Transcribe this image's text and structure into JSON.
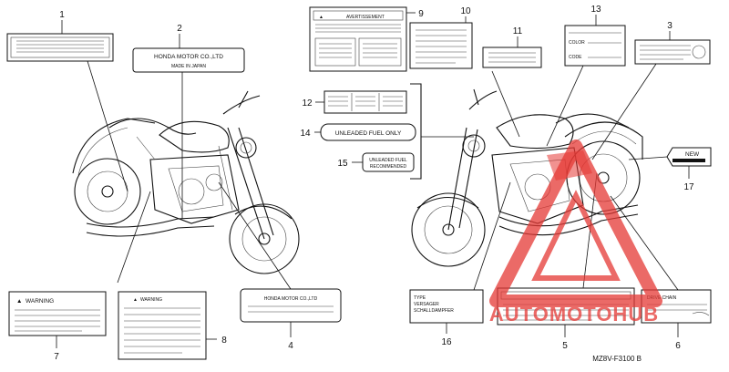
{
  "callouts": [
    {
      "id": "1",
      "label": "1"
    },
    {
      "id": "2",
      "label": "2"
    },
    {
      "id": "3",
      "label": "3"
    },
    {
      "id": "4",
      "label": "4"
    },
    {
      "id": "5",
      "label": "5"
    },
    {
      "id": "6",
      "label": "6"
    },
    {
      "id": "7",
      "label": "7"
    },
    {
      "id": "8",
      "label": "8"
    },
    {
      "id": "9",
      "label": "9"
    },
    {
      "id": "10",
      "label": "10"
    },
    {
      "id": "11",
      "label": "11"
    },
    {
      "id": "12",
      "label": "12"
    },
    {
      "id": "13",
      "label": "13"
    },
    {
      "id": "14",
      "label": "14"
    },
    {
      "id": "15",
      "label": "15"
    },
    {
      "id": "16",
      "label": "16"
    },
    {
      "id": "17",
      "label": "17"
    }
  ],
  "labels": {
    "honda_plate_line1": "HONDA MOTOR CO.,LTD",
    "honda_plate_line2": "MADE IN JAPAN",
    "honda_plate4": "HONDA MOTOR CO.,LTD",
    "warning7": "WARNING",
    "warning8": "WARNING",
    "avertissement": "AVERTISSEMENT",
    "unleaded_only": "UNLEADED FUEL ONLY",
    "unleaded_rec_line1": "UNLEADED FUEL",
    "unleaded_rec_line2": "RECOMMENDED",
    "color_label": "COLOR",
    "code_label": "CODE",
    "new_label": "NEW",
    "type_line1": "TYPE",
    "type_line2": "VERSAGER",
    "type_line3": "SCHALLDAMPFER",
    "drive_chain": "DRIVE CHAIN"
  },
  "part_code": "MZ8V-F3100 B",
  "watermark": {
    "text": "AUTOMOTOHUB",
    "color": "#e53935"
  },
  "colors": {
    "ink": "#111111",
    "watermark": "#e53935"
  }
}
